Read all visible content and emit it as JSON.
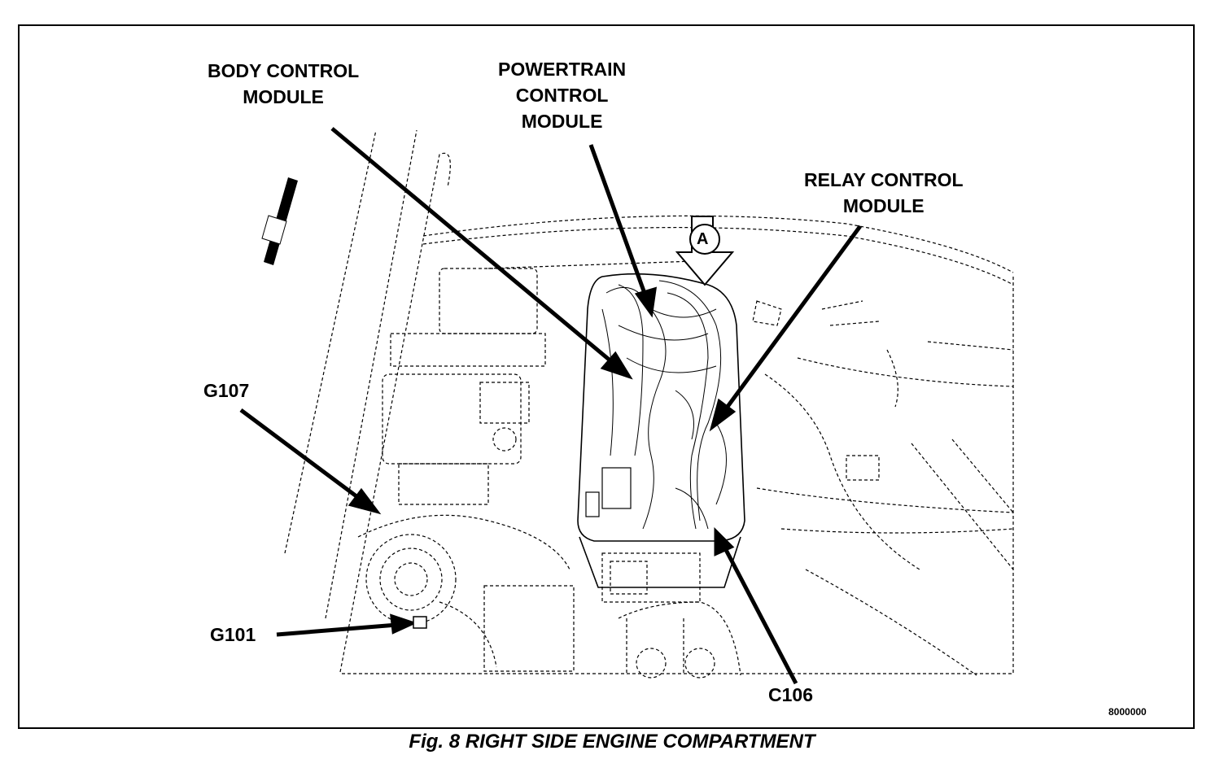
{
  "labels": {
    "bcm": [
      "BODY CONTROL",
      "MODULE"
    ],
    "pcm": [
      "POWERTRAIN",
      "CONTROL",
      "MODULE"
    ],
    "rcm": [
      "RELAY CONTROL",
      "MODULE"
    ],
    "g107": "G107",
    "g101": "G101",
    "c106": "C106",
    "view_marker": "A"
  },
  "figure_number": "8000000",
  "caption": "Fig. 8 RIGHT SIDE ENGINE COMPARTMENT"
}
